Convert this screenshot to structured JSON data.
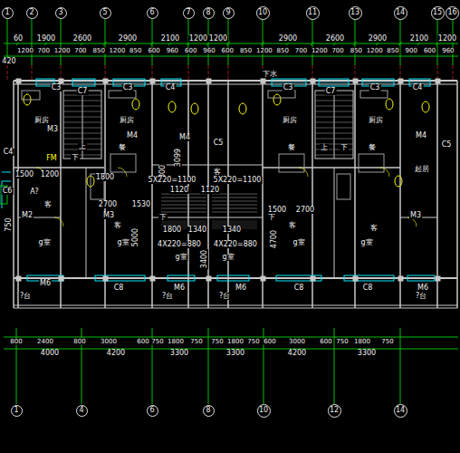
{
  "diagram": {
    "nodes": [
      {
        "text": [
          "1"
        ]
      },
      {
        "text": [
          "2"
        ]
      },
      {
        "text": [
          "3"
        ]
      },
      {
        "text": [
          "5"
        ]
      },
      {
        "text": [
          "6"
        ]
      },
      {
        "text": [
          "7"
        ]
      },
      {
        "text": [
          "8"
        ]
      },
      {
        "text": [
          "9"
        ]
      },
      {
        "text": [
          "10"
        ]
      },
      {
        "text": [
          "11"
        ]
      },
      {
        "text": [
          "13"
        ]
      },
      {
        "text": [
          "14"
        ]
      },
      {
        "text": [
          "15"
        ]
      },
      {
        "text": [
          "16"
        ]
      },
      {
        "text": [
          "1"
        ]
      },
      {
        "text": [
          "4"
        ]
      },
      {
        "text": [
          "6"
        ]
      },
      {
        "text": [
          "8"
        ]
      },
      {
        "text": [
          "10"
        ]
      },
      {
        "text": [
          "12"
        ]
      },
      {
        "text": [
          "14"
        ]
      }
    ],
    "labels": [
      "60",
      "1900",
      "2600",
      "2900",
      "2100",
      "1200",
      "1200",
      "2900",
      "2600",
      "2900",
      "2100",
      "1200",
      "1200",
      "700",
      "1200",
      "700",
      "850",
      "1200",
      "850",
      "600",
      "960",
      "600",
      "960",
      "600",
      "850",
      "1200",
      "850",
      "700",
      "1200",
      "700",
      "850",
      "1200",
      "850",
      "900",
      "600",
      "960",
      "420",
      "C3",
      "C7",
      "C3",
      "C4",
      "C5",
      "C3",
      "C7",
      "C3",
      "C4",
      "C5",
      "C4",
      "C6",
      "厨房",
      "厨房",
      "厨房",
      "厨房",
      "餐",
      "餐",
      "餐",
      "M3",
      "M4",
      "M4",
      "M4",
      "M3",
      "M3",
      "M2",
      "上",
      "下",
      "上",
      "下",
      "下",
      "下",
      "下水",
      "FM",
      "1500",
      "1200",
      "1800",
      "2700",
      "1530",
      "1500",
      "2700",
      "3099",
      "1800",
      "5X220=1100",
      "5X220=1100",
      "1120",
      "1120",
      "1340",
      "1340",
      "1800",
      "4X220=880",
      "4X220=880",
      "3400",
      "4700",
      "5000",
      "750",
      "A?",
      "客",
      "客",
      "客",
      "客",
      "客",
      "起居",
      "g室",
      "g室",
      "g室",
      "g室",
      "g室",
      "g室",
      "M6",
      "M6",
      "M6",
      "M6",
      "C8",
      "C8",
      "C8",
      "?台",
      "?台",
      "?台",
      "?台",
      "800",
      "2400",
      "800",
      "3000",
      "600",
      "750",
      "1800",
      "750",
      "750",
      "1800",
      "750",
      "600",
      "3000",
      "600",
      "750",
      "1800",
      "750",
      "4000",
      "4200",
      "3300",
      "3300",
      "4200",
      "3300"
    ]
  }
}
